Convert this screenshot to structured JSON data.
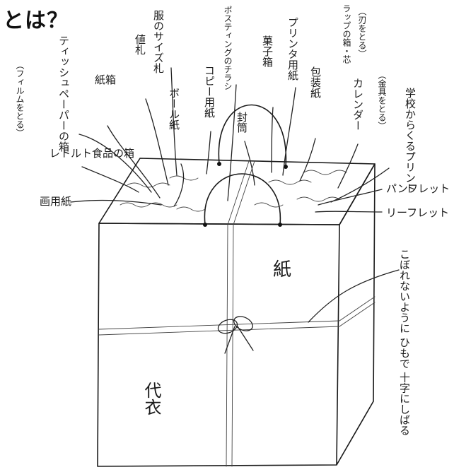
{
  "heading": "とは？",
  "bag": {
    "front_top": "紙",
    "front_bottom": "代衣"
  },
  "labels": {
    "film_note": "（フィルムをとる）",
    "tissue_box": "ティッシュペーパーの箱",
    "paper_box": "紙箱",
    "tag": "値札",
    "clothes": "服のサイズ札",
    "cardboard": "ボール紙",
    "poster_flyer": "ポスティングのチラシ",
    "copy_paper": "コピー用紙",
    "envelope": "封筒",
    "sweets_box": "菓子箱",
    "printer_paper": "プリンタ用紙",
    "wrap_core": "ラップの箱・芯",
    "core_note": "（刃をとる）",
    "wrapping_paper": "包装紙",
    "calendar": "カレンダー",
    "metal_note": "（金具をとる）",
    "school_print": "学校からくるプリント",
    "retort_box": "レトルト食品の箱",
    "drawing_paper": "画用紙",
    "pamphlet": "パンフレット",
    "leaflet": "リーフレット",
    "tie_note": "こぼれないように ひもで 十字にしばる"
  }
}
